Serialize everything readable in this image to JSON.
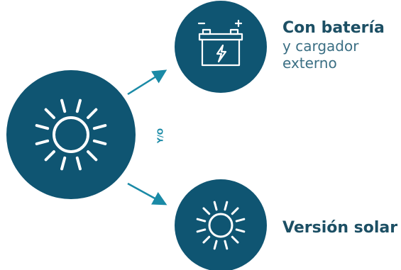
{
  "connector": {
    "label": "Y/O"
  },
  "battery_option": {
    "title": "Con batería",
    "line2": "y cargador",
    "line3": "externo",
    "icon": "battery-icon"
  },
  "solar_option": {
    "title": "Versión solar",
    "icon": "sun-icon"
  },
  "main_icon": "sun-icon",
  "colors": {
    "circle": "#0f5572",
    "arrow": "#1a8aa6",
    "title_text": "#1c4f64",
    "sub_text": "#3b6f84"
  }
}
